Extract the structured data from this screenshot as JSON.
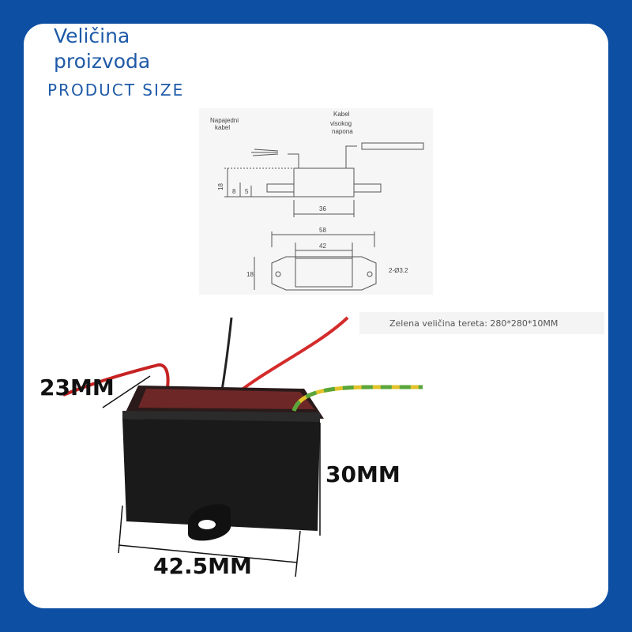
{
  "header": {
    "title_local": "Veličina proizvoda",
    "title_en": "PRODUCT SIZE"
  },
  "drawing": {
    "labels": {
      "power_cable": [
        "Napajedni",
        "kabel"
      ],
      "hv_cable": [
        "Kabel",
        "visokog",
        "napona"
      ],
      "dim_18_side": "18",
      "dim_8": "8",
      "dim_5": "5",
      "dim_36": "36",
      "dim_58": "58",
      "dim_42": "42",
      "dim_18_top": "18",
      "hole_spec": "2-Ø3.2"
    }
  },
  "caption": "Zelena veličina tereta: 280*280*10MM",
  "dimensions": {
    "depth": "23MM",
    "height": "30MM",
    "width": "42.5MM"
  },
  "colors": {
    "border": "#0d4fa3",
    "title": "#1f5aa8",
    "wire_red": "#d42b2b",
    "wire_green": "#5aa63a",
    "wire_yellow": "#e3c22a",
    "body": "#1a1a1a"
  }
}
